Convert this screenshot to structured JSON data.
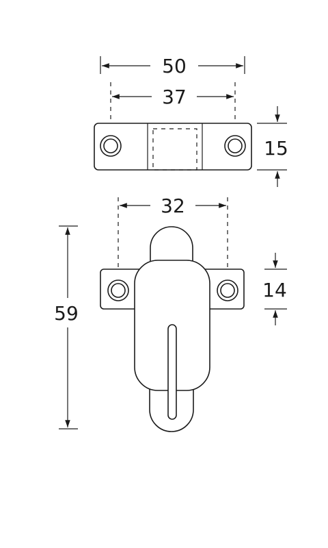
{
  "dimensions": {
    "overall_width": "50",
    "hole_spacing_top": "37",
    "top_height": "15",
    "hole_spacing_bottom": "32",
    "bottom_height": "14",
    "overall_length": "59"
  },
  "colors": {
    "line": "#1a1a1a",
    "background": "#ffffff"
  }
}
